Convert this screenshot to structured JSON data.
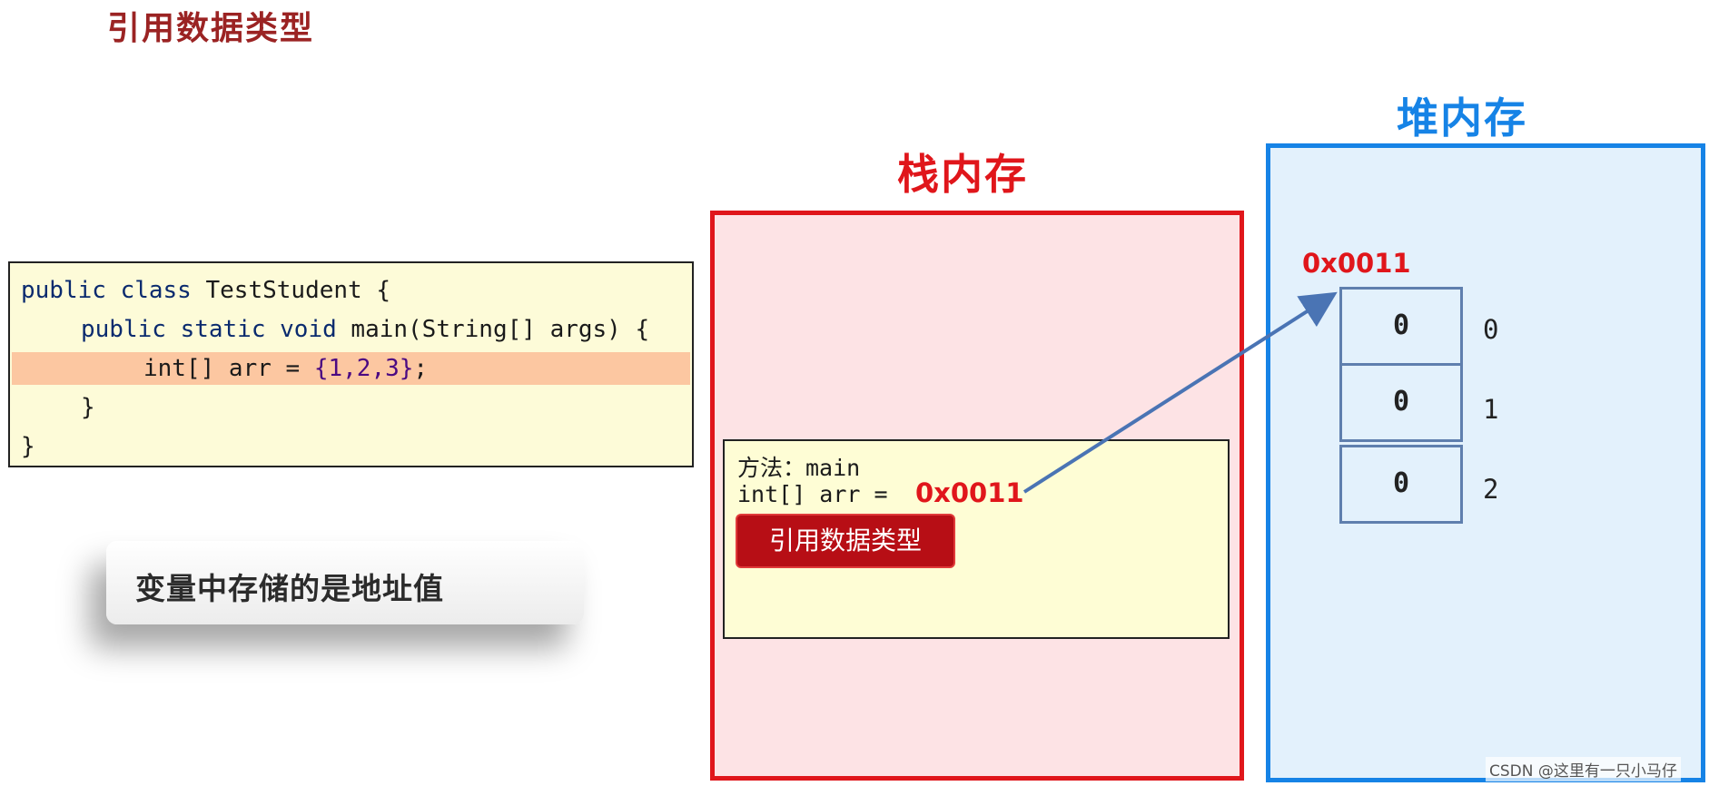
{
  "page_title": "引用数据类型",
  "code": {
    "lines": [
      {
        "kw": "public class",
        "text": " TestStudent {"
      },
      {
        "kw": "public static void",
        "text": " main(String[] args) {"
      },
      {
        "pre": "int[] arr = ",
        "num": "{1,2,3}",
        "post": ";"
      },
      {
        "text": "}"
      },
      {
        "text": "}"
      }
    ]
  },
  "note": "变量中存储的是地址值",
  "stack": {
    "title": "栈内存",
    "frame_method_line": "方法：main",
    "frame_var_line": "int[] arr =",
    "frame_address": "0x0011",
    "ref_badge": "引用数据类型"
  },
  "heap": {
    "title": "堆内存",
    "address": "0x0011",
    "cells": [
      "0",
      "0",
      "0"
    ],
    "indices": [
      "0",
      "1",
      "2"
    ]
  },
  "watermark": "CSDN @这里有一只小马仔",
  "colors": {
    "stack": "#e0161b",
    "heap": "#1683e6",
    "arrow": "#4a74b4",
    "highlight": "#fcc7a1"
  }
}
